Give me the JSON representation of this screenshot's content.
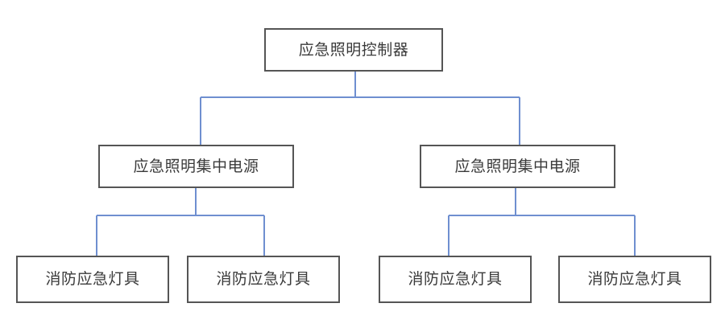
{
  "diagram": {
    "type": "tree",
    "orientation": "top-down",
    "title": "",
    "background_color": "#ffffff",
    "box_border_color": "#555555",
    "box_fill_color": "#ffffff",
    "text_color": "#3a3a3a",
    "connector_color": "#6f8fd0",
    "levels": 3,
    "nodes": [
      {
        "id": "root",
        "label": "应急照明控制器",
        "level": 1,
        "parent": null
      },
      {
        "id": "power-left",
        "label": "应急照明集中电源",
        "level": 2,
        "parent": "root"
      },
      {
        "id": "power-right",
        "label": "应急照明集中电源",
        "level": 2,
        "parent": "root"
      },
      {
        "id": "lamp-1",
        "label": "消防应急灯具",
        "level": 3,
        "parent": "power-left"
      },
      {
        "id": "lamp-2",
        "label": "消防应急灯具",
        "level": 3,
        "parent": "power-left"
      },
      {
        "id": "lamp-3",
        "label": "消防应急灯具",
        "level": 3,
        "parent": "power-right"
      },
      {
        "id": "lamp-4",
        "label": "消防应急灯具",
        "level": 3,
        "parent": "power-right"
      }
    ]
  }
}
